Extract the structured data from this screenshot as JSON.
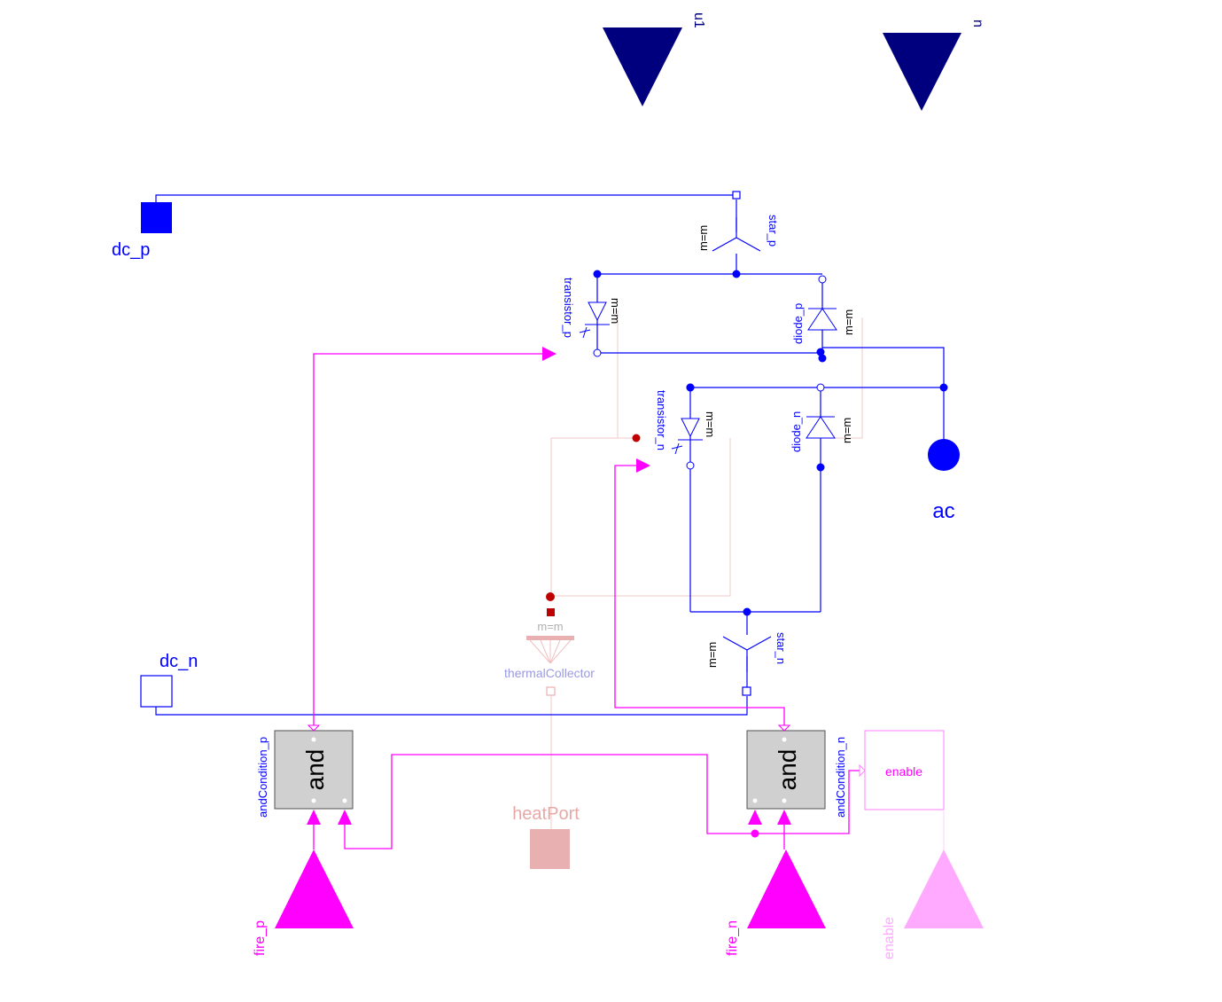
{
  "colors": {
    "electric": "#0000ff",
    "signal": "#ff00ff",
    "signal_light": "#ffaaff",
    "thermal": "#bf0000",
    "thermal_light": "#e8b0b0",
    "dark_navy": "#00007f",
    "gray_block": "#d0d0d0",
    "collector_text": "#9a9ae0"
  },
  "ports": {
    "dc_p": "dc_p",
    "dc_n": "dc_n",
    "ac": "ac",
    "heatPort": "heatPort",
    "u1": "u1",
    "n": "n",
    "fire_p": "fire_p",
    "fire_n": "fire_n",
    "enable": "enable"
  },
  "components": {
    "star_p": {
      "name": "star_p",
      "param": "m=m"
    },
    "star_n": {
      "name": "star_n",
      "param": "m=m"
    },
    "transistor_p": {
      "name": "transistor_p",
      "param": "m=m"
    },
    "transistor_n": {
      "name": "transistor_n",
      "param": "m=m"
    },
    "diode_p": {
      "name": "diode_p",
      "param": "m=m"
    },
    "diode_n": {
      "name": "diode_n",
      "param": "m=m"
    },
    "thermalCollector": {
      "name": "thermalCollector",
      "param": "m=m"
    },
    "andCondition_p": {
      "name": "andCondition_p",
      "label": "and"
    },
    "andCondition_n": {
      "name": "andCondition_n",
      "label": "and"
    },
    "enable_block": {
      "label": "enable"
    }
  }
}
